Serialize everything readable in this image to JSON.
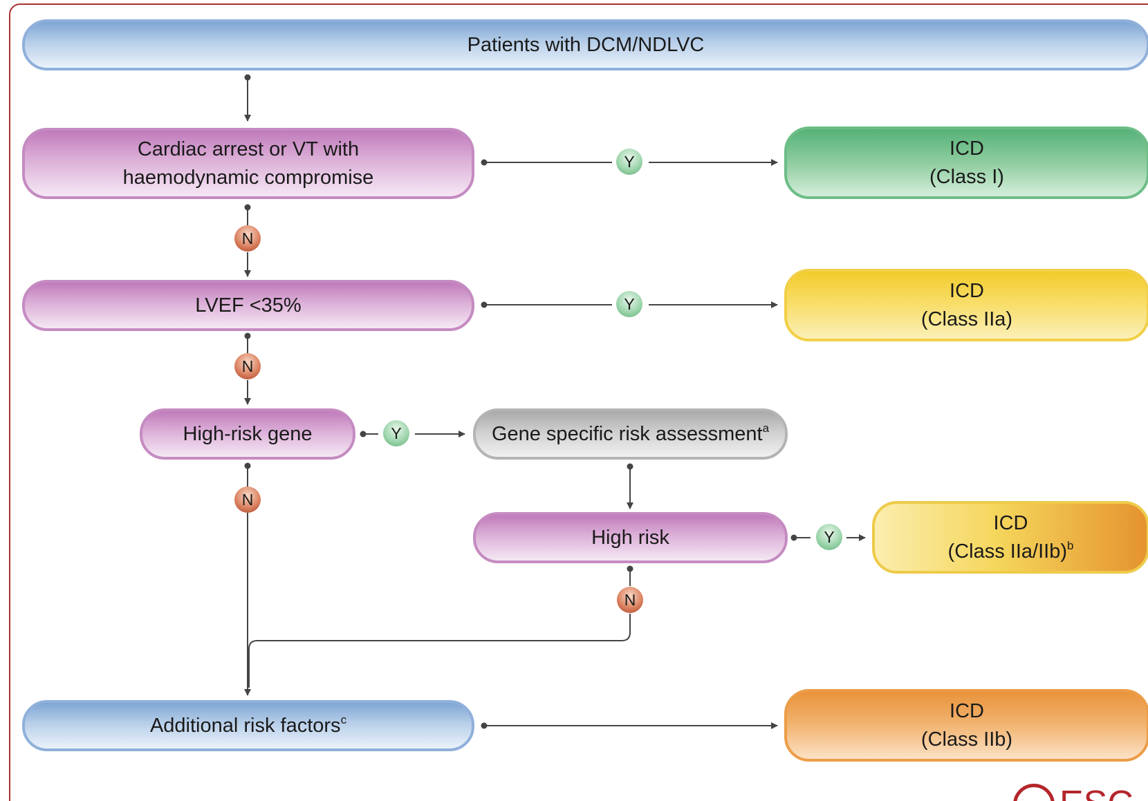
{
  "nodes": {
    "patients": "Patients with DCM/NDLVC",
    "cardiac_arrest_l1": "Cardiac arrest or VT with",
    "cardiac_arrest_l2": "haemodynamic compromise",
    "lvef": "LVEF <35%",
    "high_risk_gene": "High-risk gene",
    "gene_assessment": "Gene specific risk assessment",
    "gene_assessment_sup": "a",
    "high_risk": "High risk",
    "additional": "Additional risk factors",
    "additional_sup": "c"
  },
  "outcomes": {
    "icd1_l1": "ICD",
    "icd1_l2": "(Class I)",
    "icd2_l1": "ICD",
    "icd2_l2": "(Class IIa)",
    "icd3_l1": "ICD",
    "icd3_l2": "(Class IIa/IIb)",
    "icd3_sup": "b",
    "icd4_l1": "ICD",
    "icd4_l2": "(Class IIb)"
  },
  "labels": {
    "yes": "Y",
    "no": "N"
  },
  "logo_text": "ESC",
  "colors": {
    "frame": "#a8322e",
    "decision_blue": "#8fb0da",
    "decision_purple": "#c58bc1",
    "assessment_grey": "#b4b4b4",
    "class_i_green": "#6dbd87",
    "class_iia_yellow": "#f2cf48",
    "class_iib_orange": "#ec9d48",
    "connector": "#444444"
  }
}
